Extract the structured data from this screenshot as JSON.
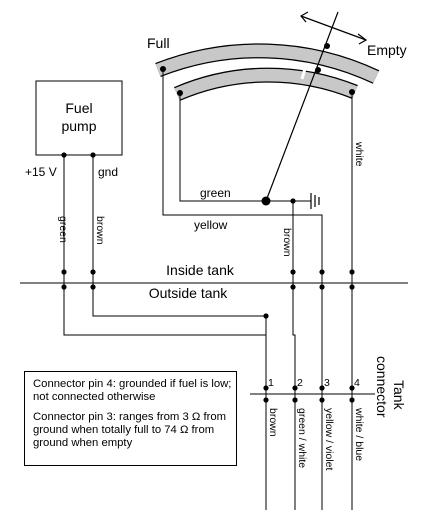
{
  "labels": {
    "full": "Full",
    "empty": "Empty",
    "fuel_pump_line1": "Fuel",
    "fuel_pump_line2": "pump",
    "plus15v": "+15 V",
    "gnd": "gnd",
    "green_vertical": "green",
    "brown_vertical": "brown",
    "green_horizontal": "green",
    "yellow_horizontal": "yellow",
    "brown_inner": "brown",
    "white_inner": "white",
    "inside_tank": "Inside tank",
    "outside_tank": "Outside tank",
    "tank_connector_line1": "Tank",
    "tank_connector_line2": "connector"
  },
  "pins": [
    {
      "number": "1",
      "wire": "brown"
    },
    {
      "number": "2",
      "wire": "green / white"
    },
    {
      "number": "3",
      "wire": "yellow / violet"
    },
    {
      "number": "4",
      "wire": "white / blue"
    }
  ],
  "notes": {
    "pin4": "Connector pin 4: grounded if fuel is low; not connected otherwise",
    "pin3": "Connector pin 3: ranges from 3 Ω from ground when totally full to 74 Ω from ground when empty"
  },
  "colors": {
    "line": "#000000",
    "arc_fill": "#c8c8c8",
    "background": "#ffffff"
  }
}
